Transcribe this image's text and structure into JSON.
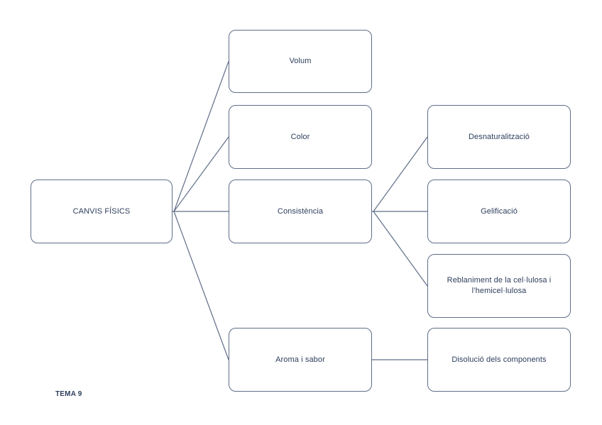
{
  "diagram": {
    "root": {
      "label": "CANVIS FÍSICS"
    },
    "level1": [
      {
        "label": "Volum"
      },
      {
        "label": "Color"
      },
      {
        "label": "Consistència"
      },
      {
        "label": "Aroma i sabor"
      }
    ],
    "level2": [
      {
        "label": "Desnaturalització"
      },
      {
        "label": "Gelificació"
      },
      {
        "label": "Reblaniment de la cel·lulosa i l’hemicel·lulosa"
      },
      {
        "label": "Disolució dels components"
      }
    ],
    "footer": "TEMA 9",
    "colors": {
      "border": "#5f6e88",
      "line": "#5f6e88",
      "text": "#2d3e5c",
      "background": "#ffffff"
    }
  }
}
